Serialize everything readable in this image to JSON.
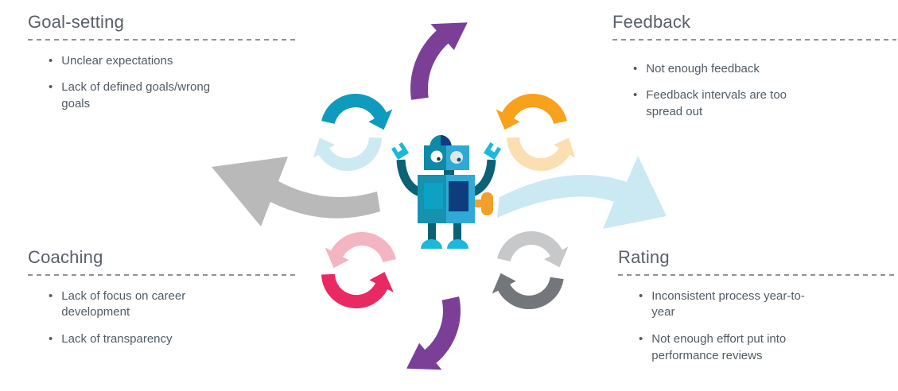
{
  "sections": [
    {
      "id": "goal-setting",
      "title": "Goal-setting",
      "bullets": [
        "Unclear expectations",
        "Lack of defined goals/wrong goals"
      ]
    },
    {
      "id": "feedback",
      "title": "Feedback",
      "bullets": [
        "Not enough feedback",
        "Feedback intervals are too spread out"
      ]
    },
    {
      "id": "coaching",
      "title": "Coaching",
      "bullets": [
        "Lack of focus on career development",
        "Lack of transparency"
      ]
    },
    {
      "id": "rating",
      "title": "Rating",
      "bullets": [
        "Inconsistent process year-to-year",
        "Not enough effort put into performance reviews"
      ]
    }
  ],
  "center_icon": "robot-icon",
  "arrows": [
    {
      "name": "curved-arrow-top",
      "color": "purple"
    },
    {
      "name": "cycle-arrow-upper-left-solid",
      "color": "teal"
    },
    {
      "name": "cycle-arrow-upper-left-light",
      "color": "lightCyan"
    },
    {
      "name": "cycle-arrow-upper-right-solid",
      "color": "orange"
    },
    {
      "name": "cycle-arrow-upper-right-light",
      "color": "lightOrange"
    },
    {
      "name": "big-arrow-left",
      "color": "gray"
    },
    {
      "name": "big-arrow-right",
      "color": "paleBlue"
    },
    {
      "name": "cycle-arrow-lower-left-light",
      "color": "lightPink"
    },
    {
      "name": "cycle-arrow-lower-left-solid",
      "color": "pink"
    },
    {
      "name": "cycle-arrow-lower-right-light",
      "color": "lightGray"
    },
    {
      "name": "cycle-arrow-lower-right-solid",
      "color": "slate"
    },
    {
      "name": "curved-arrow-bottom",
      "color": "purple"
    }
  ],
  "palette": {
    "purple": "#7b3f98",
    "teal": "#0f9bbd",
    "lightCyan": "#cdeaf3",
    "orange": "#f8a11b",
    "lightOrange": "#fbdfb2",
    "gray": "#b9b9ba",
    "paleBlue": "#cbe9f3",
    "lightPink": "#f3b5c1",
    "pink": "#e92a62",
    "lightGray": "#c7c8c9",
    "slate": "#73777c",
    "titleColor": "#59606a",
    "textColor": "#515b64",
    "dashColor": "#8f9396",
    "robotDarkTeal": "#0b6276",
    "robotTeal": "#1691b0",
    "robotHeadTeal": "#0d8aa8",
    "robotBlue": "#2fa9d6",
    "robotNavy": "#0d3d7c",
    "robotCyan": "#1cb8da",
    "robotChestTeal": "#0da2c3",
    "robotKeyOrange": "#f1a02a",
    "eyeGray": "#dde8eb",
    "pupilDark": "#26333a",
    "pupilTeal": "#0b5a6d"
  }
}
